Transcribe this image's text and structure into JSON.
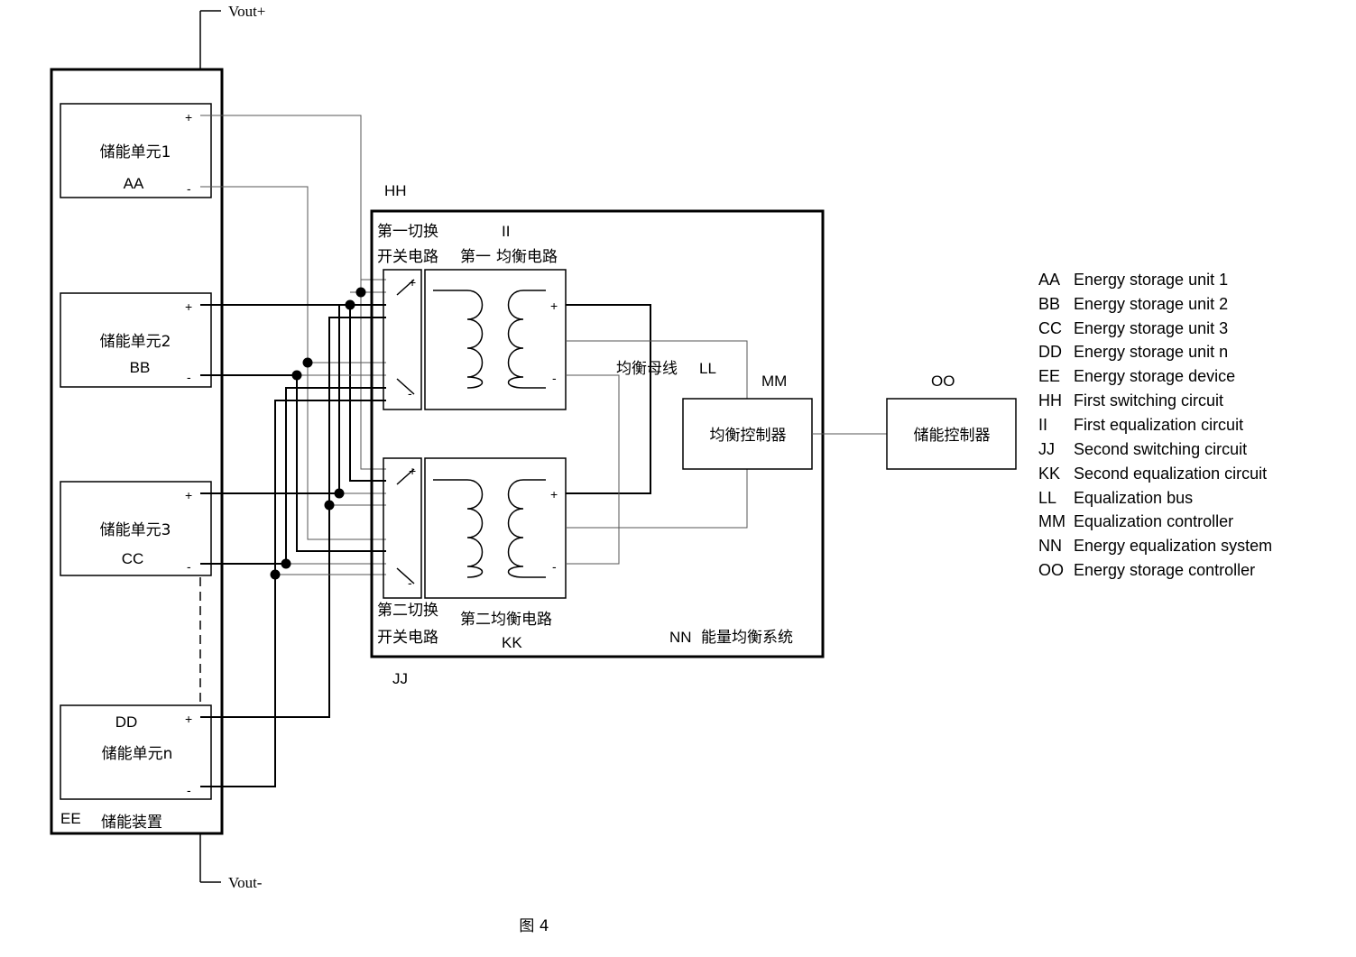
{
  "terminals": {
    "vout_plus": "Vout+",
    "vout_minus": "Vout-"
  },
  "units": [
    {
      "name_cn": "储能单元1",
      "code": "AA",
      "plus": "+",
      "minus": "-"
    },
    {
      "name_cn": "储能单元2",
      "code": "BB",
      "plus": "+",
      "minus": "-"
    },
    {
      "name_cn": "储能单元3",
      "code": "CC",
      "plus": "+",
      "minus": "-"
    },
    {
      "name_cn": "储能单元n",
      "code": "DD",
      "plus": "+",
      "minus": "-"
    }
  ],
  "device": {
    "code": "EE",
    "name_cn": "储能装置"
  },
  "system": {
    "hh": "HH",
    "first_switch_l1": "第一切换",
    "first_switch_l2": "开关电路",
    "ii": "II",
    "first_eq_l1": "第一",
    "first_eq_l2": "均衡电路",
    "second_switch_l1": "第二切换",
    "second_switch_l2": "开关电路",
    "second_eq": "第二均衡电路",
    "kk": "KK",
    "jj": "JJ",
    "nn": "NN",
    "nn_name": "能量均衡系统",
    "bus": "均衡母线",
    "ll": "LL",
    "mm": "MM",
    "eq_controller": "均衡控制器",
    "plus": "+",
    "minus": "-"
  },
  "storage_controller": {
    "code": "OO",
    "name_cn": "储能控制器"
  },
  "legend": [
    {
      "code": "AA",
      "text": "Energy storage unit 1"
    },
    {
      "code": "BB",
      "text": "Energy storage unit 2"
    },
    {
      "code": "CC",
      "text": "Energy storage unit 3"
    },
    {
      "code": "DD",
      "text": "Energy storage unit n"
    },
    {
      "code": "EE",
      "text": "Energy storage device"
    },
    {
      "code": "HH",
      "text": "First switching circuit"
    },
    {
      "code": "II",
      "text": "First equalization circuit"
    },
    {
      "code": "JJ",
      "text": "Second switching circuit"
    },
    {
      "code": "KK",
      "text": "Second equalization circuit"
    },
    {
      "code": "LL",
      "text": "Equalization bus"
    },
    {
      "code": "MM",
      "text": "Equalization controller"
    },
    {
      "code": "NN",
      "text": "Energy equalization system"
    },
    {
      "code": "OO",
      "text": "Energy storage controller"
    }
  ],
  "caption": "图 4"
}
